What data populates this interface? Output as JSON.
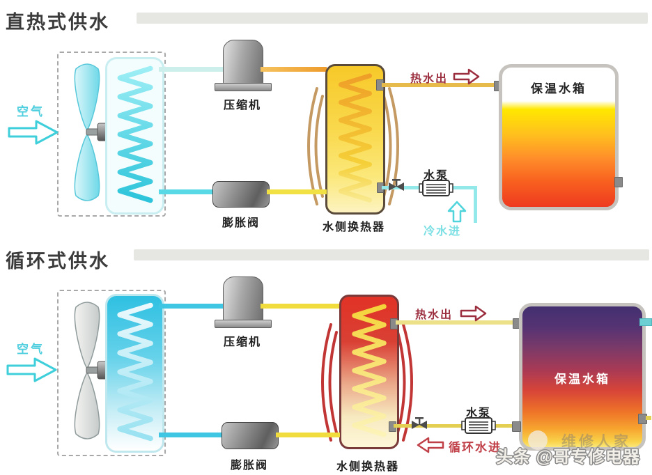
{
  "sections": [
    {
      "title": "直热式供水",
      "air": "空气",
      "compressor": "压缩机",
      "expansion_valve": "膨胀阀",
      "water_heat_exchanger": "水侧换热器",
      "hot_water_out": "热水出",
      "pump": "水泵",
      "water_in": "冷水进",
      "tank": "保温水箱"
    },
    {
      "title": "循环式供水",
      "air": "空气",
      "compressor": "压缩机",
      "expansion_valve": "膨胀阀",
      "water_heat_exchanger": "水侧换热器",
      "hot_water_out": "热水出",
      "pump": "水泵",
      "water_in": "循环水进",
      "tank": "保温水箱"
    }
  ],
  "watermark": {
    "main": "头条 @哥专修电器",
    "faint": "维修人家"
  },
  "colors": {
    "air_text": "#4ecede",
    "hot_water_text": "#9c2f3f",
    "cold_water_text": "#7adfe3",
    "circulation_text": "#c04048",
    "cold_pipe": "#3fc6e2",
    "hot_pipe": "#ee9b2b",
    "yellow_pipe": "#f2e145",
    "heat_wave_direct": "#c49a62",
    "heat_wave_circ": "#c23535"
  }
}
